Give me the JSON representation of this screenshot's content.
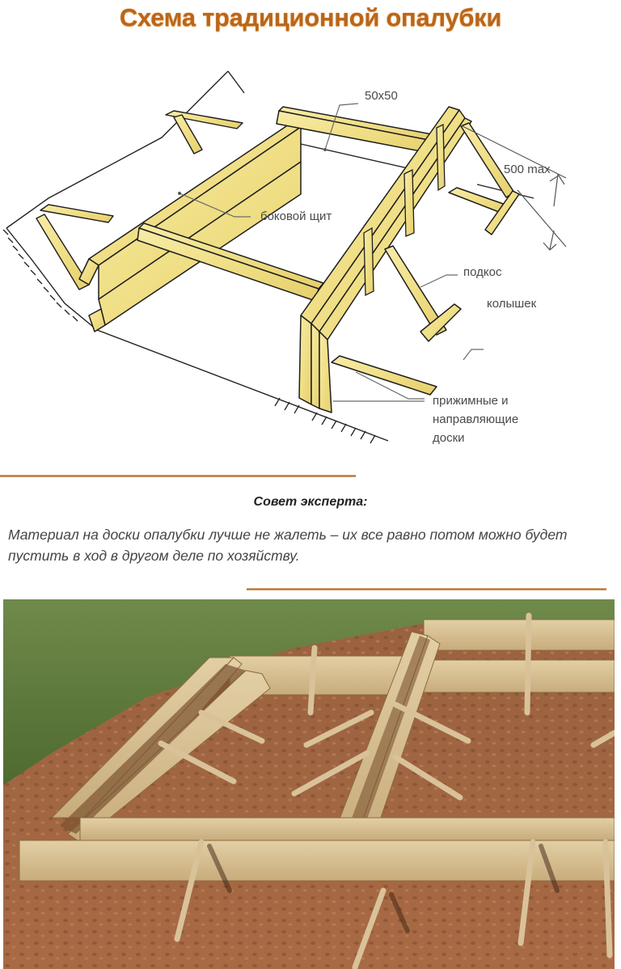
{
  "header": {
    "title": "Схема традиционной опалубки"
  },
  "diagram": {
    "labels": {
      "beam_size": "50х50",
      "max_height": "500 max",
      "side_panel": "боковой щит",
      "brace": "подкос",
      "stake": "колышек",
      "clamping_boards_line1": "прижимные и",
      "clamping_boards_line2": "направляющие",
      "clamping_boards_line3": "доски"
    },
    "colors": {
      "wood": "#f4e79a",
      "wood_shade": "#e6cf6c",
      "outline": "#1e1e1e",
      "leader": "#6a6a6a"
    }
  },
  "expert_tip": {
    "heading": "Совет эксперта:",
    "text": "Материал на доски опалубки лучше не жалеть – их все равно потом можно будет пустить в ход в другом деле по хозяйству."
  },
  "photo": {
    "description": "Деревянная опалубка ленточного фундамента на участке",
    "colors": {
      "grass": "#5f7a3c",
      "soil": "#a4653f",
      "board": "#d9c299"
    }
  },
  "accent_colors": {
    "title": "#b9661c",
    "divider": "#a26730"
  }
}
